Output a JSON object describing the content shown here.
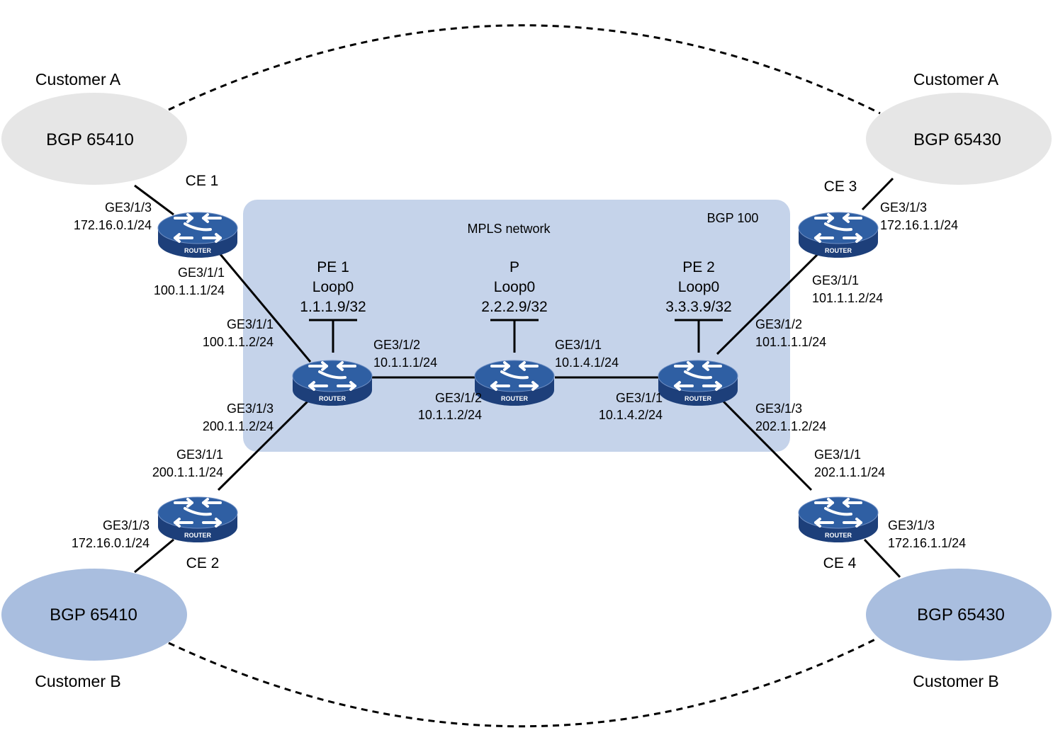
{
  "colors": {
    "mpls_region": "#c5d3ea",
    "site_a": "#e6e6e6",
    "site_b": "#a9bedf",
    "router_top": "#2f5fa3",
    "router_body": "#1d3f7a",
    "link": "#000000"
  },
  "icons": {
    "router": "router-icon"
  },
  "mpls": {
    "title": "MPLS network",
    "as": "BGP 100"
  },
  "sites": {
    "a_left": {
      "customer": "Customer A",
      "as": "BGP 65410"
    },
    "a_right": {
      "customer": "Customer A",
      "as": "BGP 65430"
    },
    "b_left": {
      "customer": "Customer B",
      "as": "BGP 65410"
    },
    "b_right": {
      "customer": "Customer B",
      "as": "BGP 65430"
    }
  },
  "routers": {
    "ce1": {
      "name": "CE 1",
      "badge": "ROUTER"
    },
    "ce2": {
      "name": "CE 2",
      "badge": "ROUTER"
    },
    "ce3": {
      "name": "CE 3",
      "badge": "ROUTER"
    },
    "ce4": {
      "name": "CE 4",
      "badge": "ROUTER"
    },
    "pe1": {
      "name": "PE 1",
      "loop": "Loop0",
      "loop_ip": "1.1.1.9/32",
      "badge": "ROUTER"
    },
    "p": {
      "name": "P",
      "loop": "Loop0",
      "loop_ip": "2.2.2.9/32",
      "badge": "ROUTER"
    },
    "pe2": {
      "name": "PE 2",
      "loop": "Loop0",
      "loop_ip": "3.3.3.9/32",
      "badge": "ROUTER"
    }
  },
  "interfaces": {
    "ce1_site": {
      "port": "GE3/1/3",
      "ip": "172.16.0.1/24"
    },
    "ce1_pe1": {
      "port": "GE3/1/1",
      "ip": "100.1.1.1/24"
    },
    "pe1_ce1": {
      "port": "GE3/1/1",
      "ip": "100.1.1.2/24"
    },
    "pe1_ce2": {
      "port": "GE3/1/3",
      "ip": "200.1.1.2/24"
    },
    "ce2_pe1": {
      "port": "GE3/1/1",
      "ip": "200.1.1.1/24"
    },
    "ce2_site": {
      "port": "GE3/1/3",
      "ip": "172.16.0.1/24"
    },
    "pe1_p": {
      "port": "GE3/1/2",
      "ip": "10.1.1.1/24"
    },
    "p_pe1": {
      "port": "GE3/1/2",
      "ip": "10.1.1.2/24"
    },
    "p_pe2": {
      "port": "GE3/1/1",
      "ip": "10.1.4.1/24"
    },
    "pe2_p": {
      "port": "GE3/1/1",
      "ip": "10.1.4.2/24"
    },
    "pe2_ce3": {
      "port": "GE3/1/2",
      "ip": "101.1.1.1/24"
    },
    "ce3_pe2": {
      "port": "GE3/1/1",
      "ip": "101.1.1.2/24"
    },
    "ce3_site": {
      "port": "GE3/1/3",
      "ip": "172.16.1.1/24"
    },
    "pe2_ce4": {
      "port": "GE3/1/3",
      "ip": "202.1.1.2/24"
    },
    "ce4_pe2": {
      "port": "GE3/1/1",
      "ip": "202.1.1.1/24"
    },
    "ce4_site": {
      "port": "GE3/1/3",
      "ip": "172.16.1.1/24"
    }
  }
}
